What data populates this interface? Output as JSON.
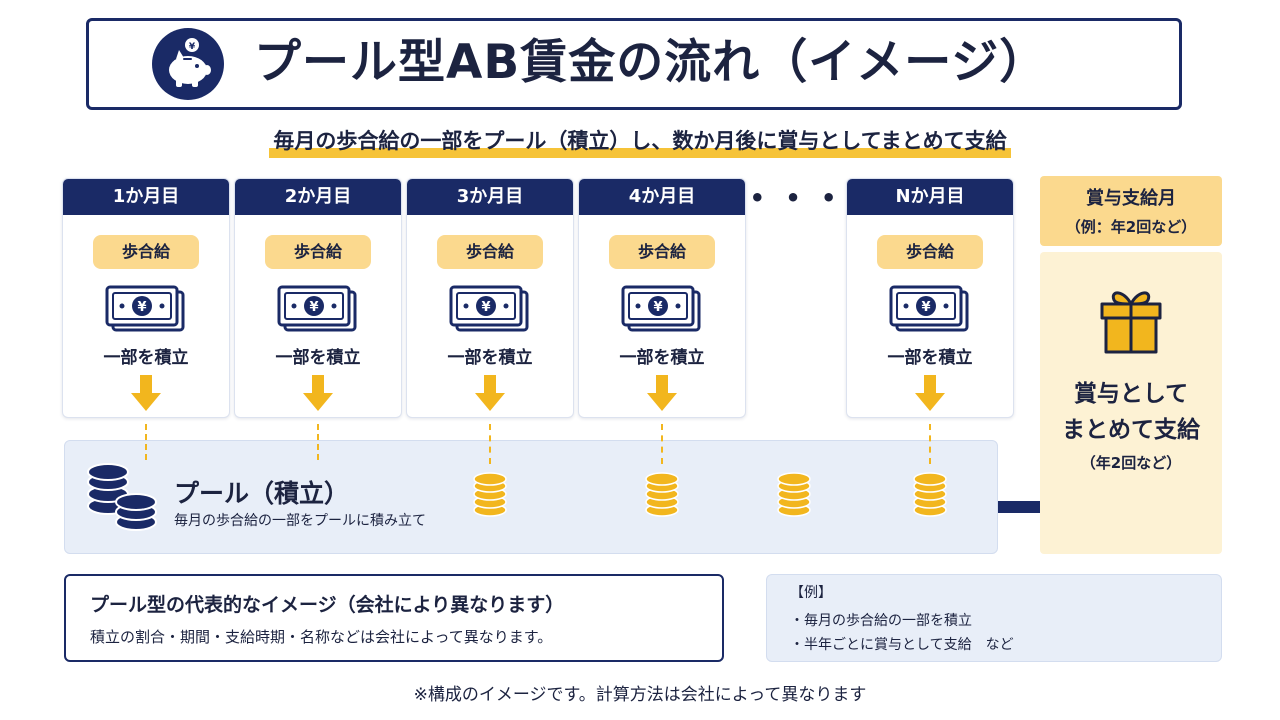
{
  "header": {
    "title": "プール型AB賃金の流れ（イメージ）",
    "icon": "piggy-bank-icon"
  },
  "subtitle": "毎月の歩合給の一部をプール（積立）し、数か月後に賞与としてまとめて支給",
  "months": [
    {
      "label": "1か月目",
      "pill": "歩合給",
      "action": "一部を積立"
    },
    {
      "label": "2か月目",
      "pill": "歩合給",
      "action": "一部を積立"
    },
    {
      "label": "3か月目",
      "pill": "歩合給",
      "action": "一部を積立"
    },
    {
      "label": "4か月目",
      "pill": "歩合給",
      "action": "一部を積立"
    },
    {
      "label": "Nか月目",
      "pill": "歩合給",
      "action": "一部を積立"
    }
  ],
  "ellipsis": "• • •",
  "pool": {
    "title": "プール（積立）",
    "description": "毎月の歩合給の一部をプールに積み立て"
  },
  "bonus": {
    "header_line1": "賞与支給月",
    "header_line2": "（例：年2回など）",
    "text_line1": "賞与として",
    "text_line2": "まとめて支給",
    "note": "（年2回など）"
  },
  "note_box": {
    "title": "プール型の代表的なイメージ（会社により異なります）",
    "description": "積立の割合・期間・支給時期・名称などは会社によって異なります。"
  },
  "example_box": {
    "heading": "【例】",
    "items": [
      "・毎月の歩合給の一部を積立",
      "・半年ごとに賞与として支給　など"
    ]
  },
  "footer": "※構成のイメージです。計算方法は会社によって異なります",
  "colors": {
    "navy": "#1a2a66",
    "gold": "#f2b61e",
    "pill_yellow": "#fbd98e",
    "pool_bg": "#e8eef8",
    "bonus_bg": "#fdf2d4"
  }
}
